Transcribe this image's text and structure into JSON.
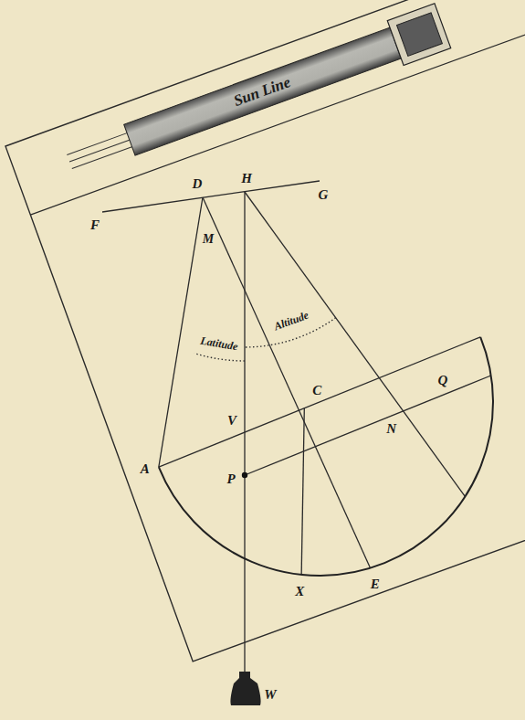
{
  "diagram": {
    "labels": [
      "Sun Line",
      "F",
      "D",
      "H",
      "G",
      "M",
      "Latitude",
      "Altitude",
      "C",
      "V",
      "Q",
      "A",
      "P",
      "N",
      "X",
      "E",
      "W"
    ]
  }
}
